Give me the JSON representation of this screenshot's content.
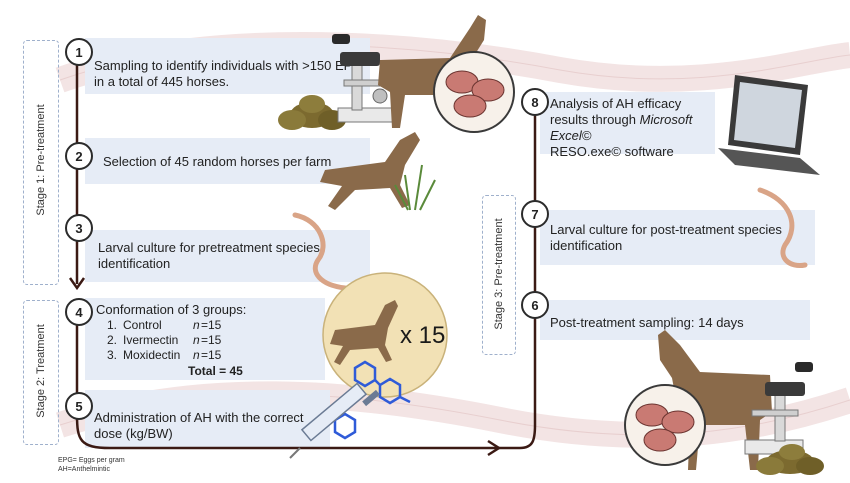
{
  "stages": {
    "stage1": "Stage 1: Pre-treatment",
    "stage2": "Stage  2: Treatment",
    "stage3": "Stage 3: Pre-treatment"
  },
  "steps": [
    {
      "num": "1",
      "text": "Sampling to identify individuals with >150 EPG in a total of 445 horses."
    },
    {
      "num": "2",
      "text": "Selection of 45 random horses per farm"
    },
    {
      "num": "3",
      "text": "Larval culture for pretreatment species identification"
    },
    {
      "num": "4",
      "text": "Conformation of 3 groups:"
    },
    {
      "num": "5",
      "text": "Administration of AH with the correct dose (kg/BW)"
    },
    {
      "num": "6",
      "text": "Post-treatment sampling: 14 days"
    },
    {
      "num": "7",
      "text": "Larval culture for post-treatment species identification"
    },
    {
      "num": "8",
      "text_prefix": "Analysis of AH efficacy results through ",
      "text_italic": "Microsoft Excel©",
      "text_suffix": "RESO.exe© software"
    }
  ],
  "groups": [
    {
      "index": "1.",
      "name": "Control",
      "n_label": "n",
      "n_value": "=15"
    },
    {
      "index": "2.",
      "name": "Ivermectin",
      "n_label": "n",
      "n_value": "=15"
    },
    {
      "index": "3.",
      "name": "Moxidectin",
      "n_label": "n",
      "n_value": "=15"
    }
  ],
  "total": "Total = 45",
  "multiplier": "x 15",
  "footnotes": [
    "EPG= Eggs per gram",
    "AH=Anthelmintic"
  ],
  "colors": {
    "box": "#e6ecf6",
    "horse": "#8a6a4a",
    "dung": "#7c6a2f",
    "worm": "#d9a487",
    "arrow": "#3b1a14",
    "circle": "#f2e1b5",
    "drug": "#2f5bd8"
  }
}
